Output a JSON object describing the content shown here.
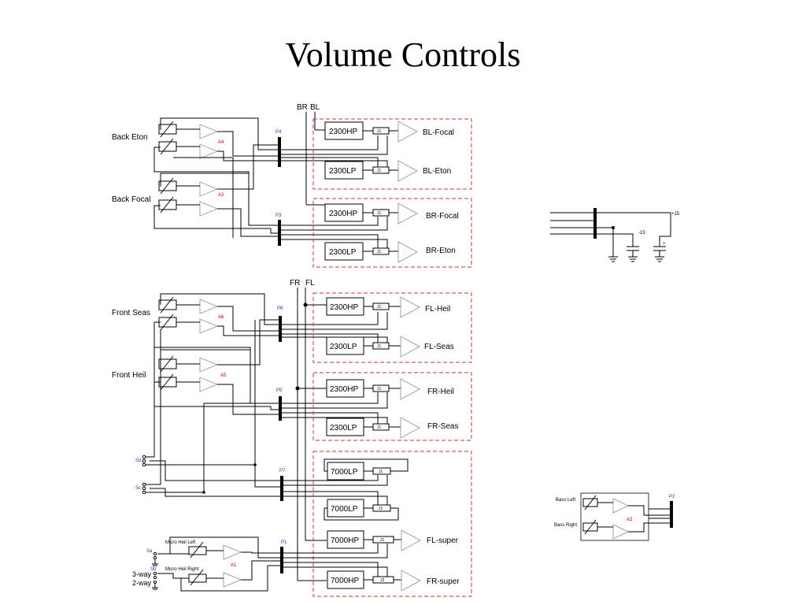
{
  "title": "Volume Controls",
  "colors": {
    "dashed_box": "#c0392b",
    "connector_label": "#1a3fb0",
    "amp_label": "#cc0000",
    "pin_label": "#a000a0"
  },
  "back": {
    "bus_labels": [
      "BR",
      "BL"
    ],
    "group_labels": [
      "Back Eton",
      "Back Focal"
    ],
    "connector_labels": [
      "P4",
      "P3"
    ],
    "amp_labels": [
      "A4",
      "A3"
    ],
    "blocks": [
      {
        "filter": "2300HP",
        "jumper": "J1",
        "output": "BL-Focal"
      },
      {
        "filter": "2300LP",
        "jumper": "J1",
        "output": "BL-Eton"
      },
      {
        "filter": "2300HP",
        "jumper": "J1",
        "output": "BR-Focal"
      },
      {
        "filter": "2300LP",
        "jumper": "J1",
        "output": "BR-Eton"
      }
    ]
  },
  "front": {
    "bus_labels": [
      "FR",
      "FL"
    ],
    "group_labels": [
      "Front Seas",
      "Front Heil"
    ],
    "connector_labels": [
      "P6",
      "P5"
    ],
    "amp_labels": [
      "A6",
      "A5"
    ],
    "blocks": [
      {
        "filter": "2300HP",
        "jumper": "J1",
        "output": "FL-Heil"
      },
      {
        "filter": "2300LP",
        "jumper": "J1",
        "output": "FL-Seas"
      },
      {
        "filter": "2300HP",
        "jumper": "J1",
        "output": "FR-Heil"
      },
      {
        "filter": "2300LP",
        "jumper": "J1",
        "output": "FR-Seas"
      }
    ]
  },
  "sub": {
    "switch_labels": [
      "Sd",
      "Sc",
      "Sa",
      "Sb"
    ],
    "connector_labels": [
      "P7",
      "P1"
    ],
    "amp_label": "A1",
    "pot_labels": [
      "Micro Heil Left",
      "Micro Heil Right"
    ],
    "mode_labels": [
      "3-way",
      "2-way"
    ],
    "blocks": [
      {
        "filter": "7000LP",
        "jumper": "J1",
        "output": ""
      },
      {
        "filter": "7000LP",
        "jumper": "J1",
        "output": ""
      },
      {
        "filter": "7000HP",
        "jumper": "J1",
        "output": "FL-super"
      },
      {
        "filter": "7000HP",
        "jumper": "J2",
        "output": "FR-super"
      }
    ]
  },
  "power": {
    "labels": [
      "+15",
      "-15",
      "+"
    ]
  },
  "bass": {
    "pot_labels": [
      "Bass Left",
      "Bass Right"
    ],
    "amp_label": "A2",
    "connector_label": "P2"
  }
}
